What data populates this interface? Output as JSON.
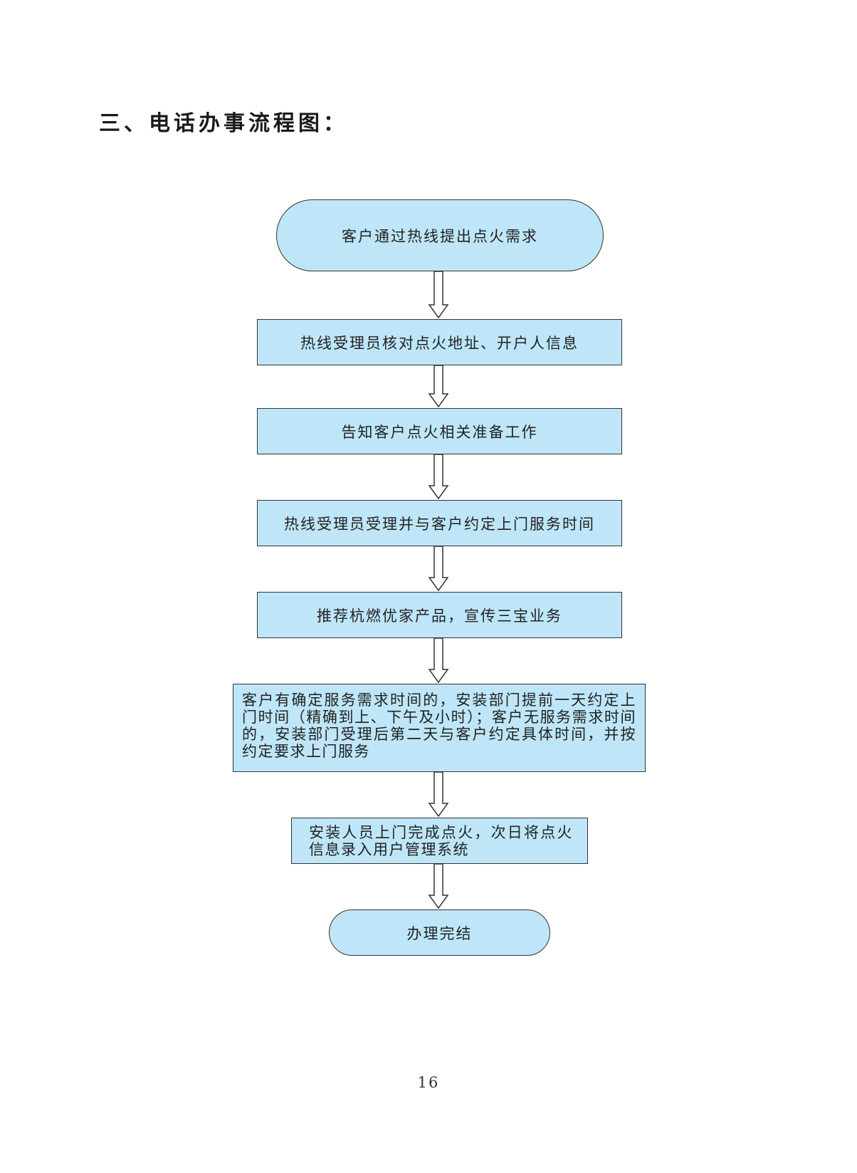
{
  "page": {
    "title": "三、电话办事流程图：",
    "page_number": "16"
  },
  "flowchart": {
    "start": "客户通过热线提出点火需求",
    "steps": [
      "热线受理员核对点火地址、开户人信息",
      "告知客户点火相关准备工作",
      "热线受理员受理并与客户约定上门服务时间",
      "推荐杭燃优家产品，宣传三宝业务",
      "客户有确定服务需求时间的，安装部门提前一天约定上门时间（精确到上、下午及小时）；客户无服务需求时间的，安装部门受理后第二天与客户约定具体时间，并按约定要求上门服务",
      "安装人员上门完成点火，次日将点火信息录入用户管理系统"
    ],
    "end": "办理完结"
  },
  "colors": {
    "node_fill": "#bfe6f8",
    "node_border": "#333333",
    "arrow_fill": "#ffffff",
    "arrow_stroke": "#333333"
  }
}
